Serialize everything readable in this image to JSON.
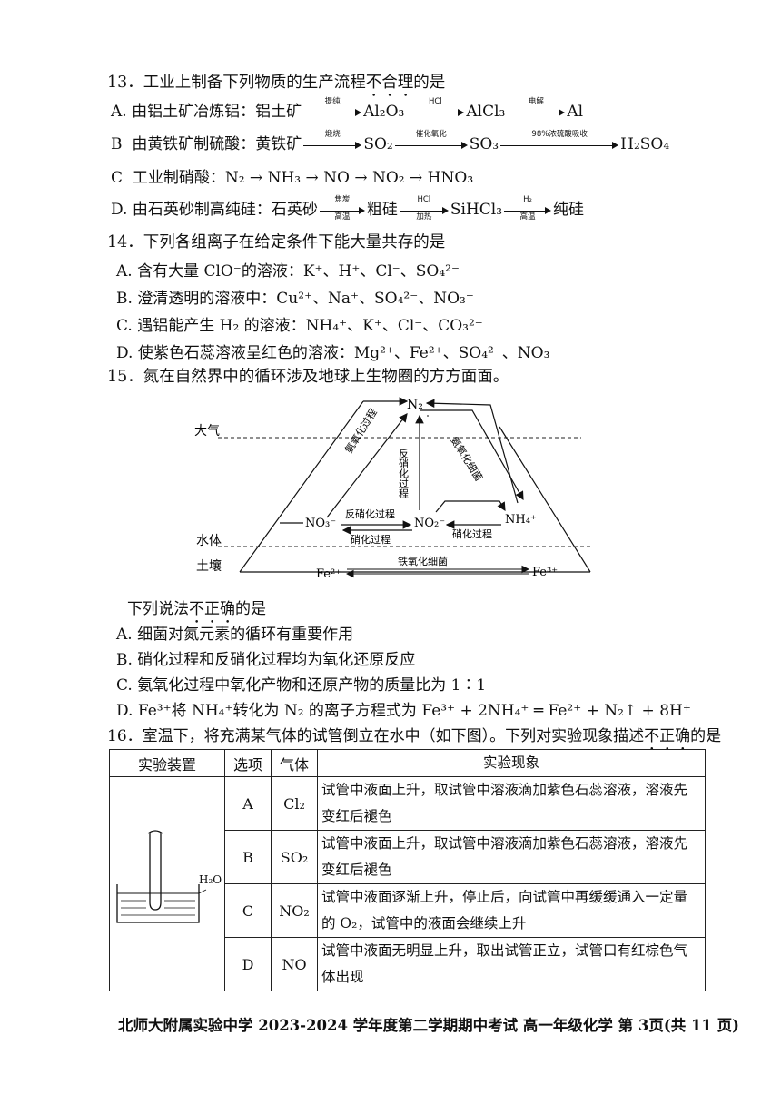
{
  "q13": {
    "stem_pre": "13．工业上制备下列物质的生产流程",
    "stem_dot": "不合理",
    "stem_post": "的是",
    "A": {
      "label": "A.",
      "text": "由铝土矿冶炼铝：铝土矿",
      "s1": "提纯",
      "p1": "Al₂O₃",
      "s2": "HCl",
      "p2": "AlCl₃",
      "s3": "电解",
      "p3": "Al"
    },
    "B": {
      "label": "B",
      "text": "由黄铁矿制硫酸：黄铁矿",
      "s1": "煅烧",
      "p1": "SO₂",
      "s2": "催化氧化",
      "p2": "SO₃",
      "s3": "98%浓硫酸吸收",
      "p3": "H₂SO₄"
    },
    "C": {
      "label": "C",
      "text": "工业制硝酸：N₂ → NH₃ → NO → NO₂ → HNO₃"
    },
    "D": {
      "label": "D.",
      "text": "由石英砂制高纯硅：石英砂",
      "s1a": "焦炭",
      "s1b": "高温",
      "p1": "粗硅",
      "s2a": "HCl",
      "s2b": "加热",
      "p2": "SiHCl₃",
      "s3a": "H₂",
      "s3b": "高温",
      "p3": "纯硅"
    }
  },
  "q14": {
    "stem": "14．下列各组离子在给定条件下能大量共存的是",
    "A": "A. 含有大量 ClO⁻的溶液：K⁺、H⁺、Cl⁻、SO₄²⁻",
    "B": "B. 澄清透明的溶液中：Cu²⁺、Na⁺、SO₄²⁻、NO₃⁻",
    "C": "C. 遇铝能产生 H₂ 的溶液：NH₄⁺、K⁺、Cl⁻、CO₃²⁻",
    "D": "D. 使紫色石蕊溶液呈红色的溶液：Mg²⁺、Fe²⁺、SO₄²⁻、NO₃⁻"
  },
  "q15": {
    "stem": "15．氮在自然界中的循环涉及地球上生物圈的方方面面。",
    "diagram": {
      "n2": "N₂",
      "no3": "NO₃⁻",
      "no2": "NO₂⁻",
      "nh4": "NH₄⁺",
      "fe2": "Fe²⁺",
      "fe3": "Fe³⁺",
      "atmosphere": "大气",
      "water": "水体",
      "soil": "土壤",
      "left_process": "氨氧化过程",
      "mid_process": "反硝化过程",
      "right_process": "氨氧化细菌",
      "denitrification": "反硝化过程",
      "nitrification_left": "硝化过程",
      "nitrification_right": "硝化过程",
      "iron_bacteria": "铁氧化细菌"
    },
    "sub_stem_pre": "下列说法",
    "sub_stem_dot": "不正确",
    "sub_stem_post": "的是",
    "A": "A. 细菌对氮元素的循环有重要作用",
    "B": "B. 硝化过程和反硝化过程均为氧化还原反应",
    "C": "C. 氨氧化过程中氧化产物和还原产物的质量比为 1∶1",
    "D": "D. Fe³⁺将 NH₄⁺转化为 N₂ 的离子方程式为 Fe³⁺ + 2NH₄⁺ ═ Fe²⁺ + N₂↑ + 8H⁺"
  },
  "q16": {
    "stem_pre": "16．室温下，将充满某气体的试管倒立在水中（如下图）。下列对实验现象描述",
    "stem_dot": "不正确",
    "stem_post": "的是",
    "headers": [
      "实验装置",
      "选项",
      "气体",
      "实验现象"
    ],
    "water_label": "H₂O",
    "rows": [
      {
        "opt": "A",
        "gas": "Cl₂",
        "obs": "试管中液面上升，取试管中溶液滴加紫色石蕊溶液，溶液先变红后褪色"
      },
      {
        "opt": "B",
        "gas": "SO₂",
        "obs": "试管中液面上升，取试管中溶液滴加紫色石蕊溶液，溶液先变红后褪色"
      },
      {
        "opt": "C",
        "gas": "NO₂",
        "obs": "试管中液面逐渐上升，停止后，向试管中再缓缓通入一定量的 O₂，试管中的液面会继续上升"
      },
      {
        "opt": "D",
        "gas": "NO",
        "obs": "试管中液面无明显上升，取出试管正立，试管口有红棕色气体出现"
      }
    ]
  },
  "footer": "北师大附属实验中学 2023-2024 学年度第二学期期中考试 高一年级化学 第 3页(共 11 页)"
}
